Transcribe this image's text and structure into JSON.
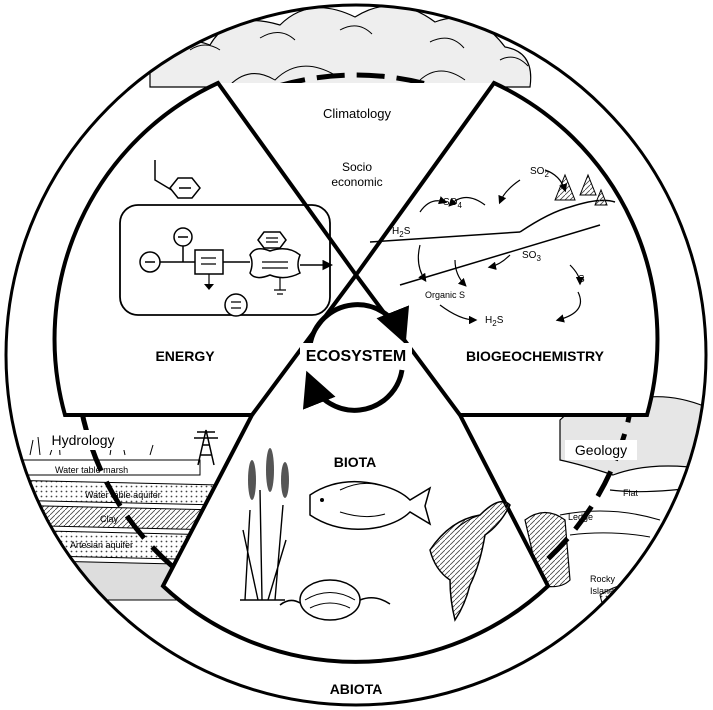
{
  "center": {
    "label": "ECOSYSTEM"
  },
  "sectors": {
    "energy": "ENERGY",
    "biogeochemistry": "BIOGEOCHEMISTRY",
    "biota": "BIOTA",
    "abiota": "ABIOTA"
  },
  "outer": {
    "climatology": "Climatology",
    "socio_line1": "Socio",
    "socio_line2": "economic",
    "hydrology": "Hydrology",
    "geology": "Geology"
  },
  "hydrology_layers": {
    "marsh": "Water table marsh",
    "aquifer": "Water table aquifer",
    "clay": "Clay",
    "artesian": "Artesian aquifer"
  },
  "geology_features": {
    "flat": "Flat",
    "ledge": "Ledge",
    "rocky1": "Rocky",
    "rocky2": "Island"
  },
  "chemistry": {
    "so2": "SO",
    "so2_sub": "2",
    "so4": "SO",
    "so4_sub": "4",
    "h2s_a": "H",
    "h2s_a_sub": "2",
    "h2s_a_tail": "S",
    "so3": "SO",
    "so3_sub": "3",
    "s": "S",
    "organic_s": "Organic S",
    "h2s_b": "H",
    "h2s_b_sub": "2",
    "h2s_b_tail": "S"
  }
}
